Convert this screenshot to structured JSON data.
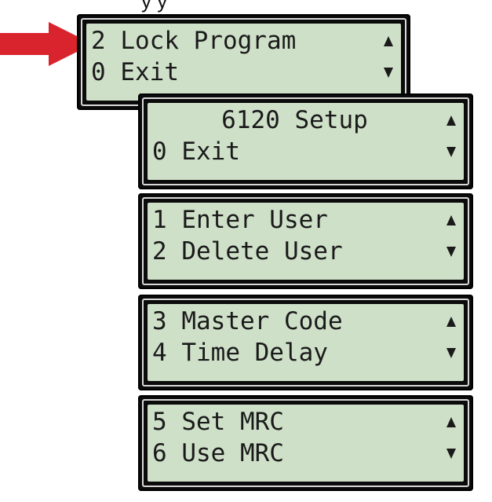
{
  "caption": "y       y",
  "arrow_color": "#d9232d",
  "screens": [
    {
      "line1": "2 Lock Program",
      "line2": "0 Exit"
    },
    {
      "line1": "6120 Setup",
      "line2": "0 Exit"
    },
    {
      "line1": "1 Enter User",
      "line2": "2 Delete User"
    },
    {
      "line1": "3 Master Code",
      "line2": "4 Time Delay"
    },
    {
      "line1": "5 Set MRC",
      "line2": "6 Use MRC"
    }
  ],
  "icons": {
    "up": "triangle-up-icon",
    "down": "triangle-down-icon"
  }
}
